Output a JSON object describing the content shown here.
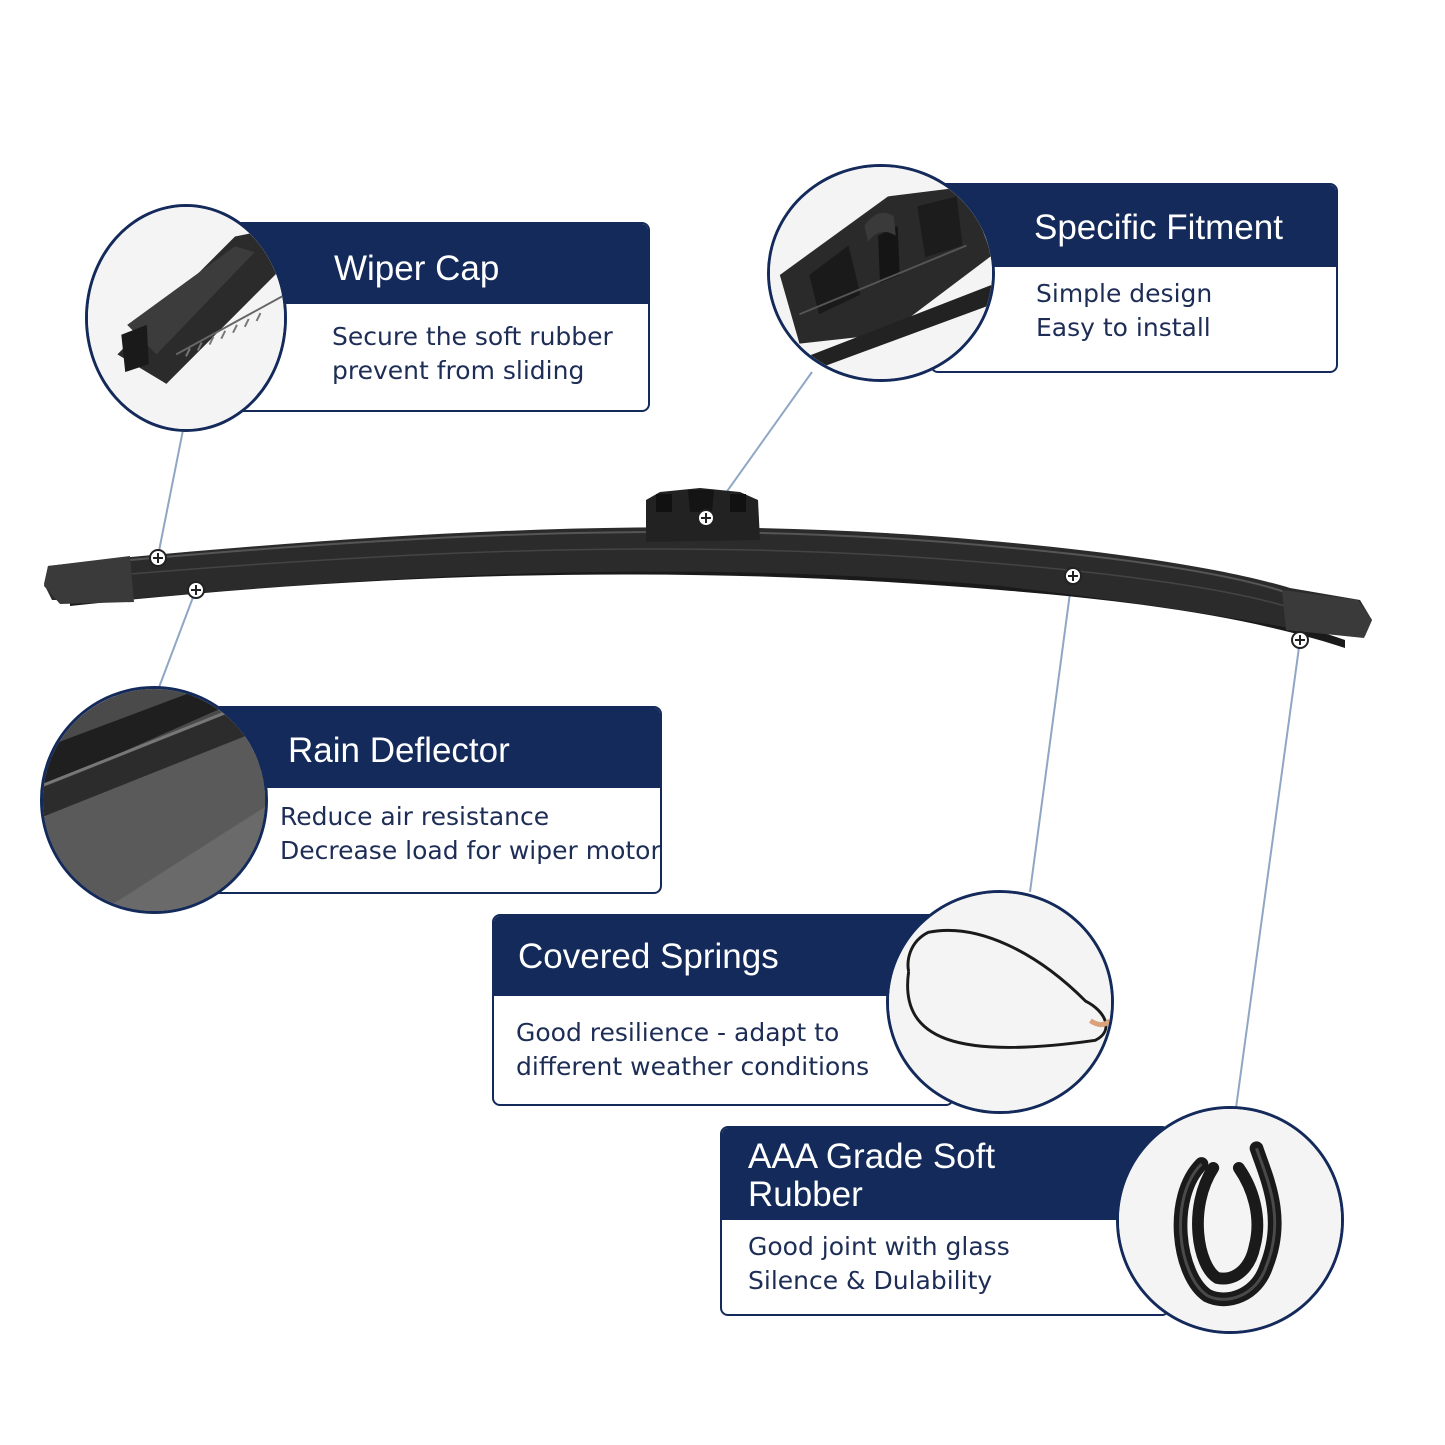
{
  "colors": {
    "navy": "#132a5a",
    "text_navy": "#1d2d56",
    "leader_line": "#8fa6c4",
    "blade": "#2a2a2a"
  },
  "features": [
    {
      "key": "wiper_cap",
      "title": "Wiper Cap",
      "lines": [
        "Secure the soft rubber",
        "prevent from sliding"
      ],
      "icon": "wiper-cap-closeup-icon"
    },
    {
      "key": "specific_fitment",
      "title": "Specific Fitment",
      "lines": [
        "Simple design",
        "Easy to install"
      ],
      "icon": "adapter-closeup-icon"
    },
    {
      "key": "rain_deflector",
      "title": "Rain Deflector",
      "lines": [
        "Reduce air resistance",
        "Decrease load for wiper motor"
      ],
      "icon": "deflector-closeup-icon"
    },
    {
      "key": "covered_springs",
      "title": "Covered Springs",
      "lines": [
        "Good resilience - adapt to",
        "different weather conditions"
      ],
      "icon": "spring-wire-icon"
    },
    {
      "key": "soft_rubber",
      "title": "AAA Grade Soft Rubber",
      "title_lines": [
        "AAA Grade Soft",
        "Rubber"
      ],
      "lines": [
        "Good joint with glass",
        "Silence & Dulability"
      ],
      "icon": "rubber-strip-icon"
    }
  ]
}
